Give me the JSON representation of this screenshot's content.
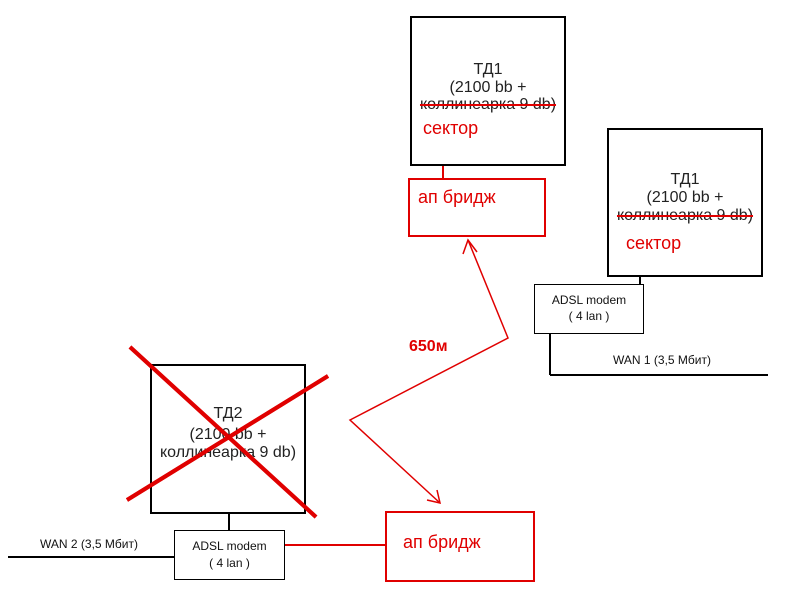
{
  "td1_top": {
    "name": "ТД1",
    "line1": "(2100 bb +",
    "line2": "коллинеарка 9 db)",
    "note": "сектор"
  },
  "td1_right": {
    "name": "ТД1",
    "line1": "(2100 bb +",
    "line2": "коллинеарка 9 db)",
    "note": "сектор"
  },
  "td2": {
    "name": "ТД2",
    "line1": "(2100 bb +",
    "line2": "коллинеарка 9 db)"
  },
  "bridge_top": {
    "label": "ап бридж"
  },
  "bridge_bottom": {
    "label": "ап бридж"
  },
  "modem_right": {
    "line1": "ADSL modem",
    "line2": "( 4 lan )"
  },
  "modem_left": {
    "line1": "ADSL modem",
    "line2": "( 4 lan )"
  },
  "wan1": {
    "label": "WAN 1 (3,5 Мбит)"
  },
  "wan2": {
    "label": "WAN 2 (3,5 Мбит)"
  },
  "distance": {
    "label": "650м"
  },
  "colors": {
    "red": "#e00000",
    "blue": "#1f3fd6",
    "black": "#000000"
  }
}
